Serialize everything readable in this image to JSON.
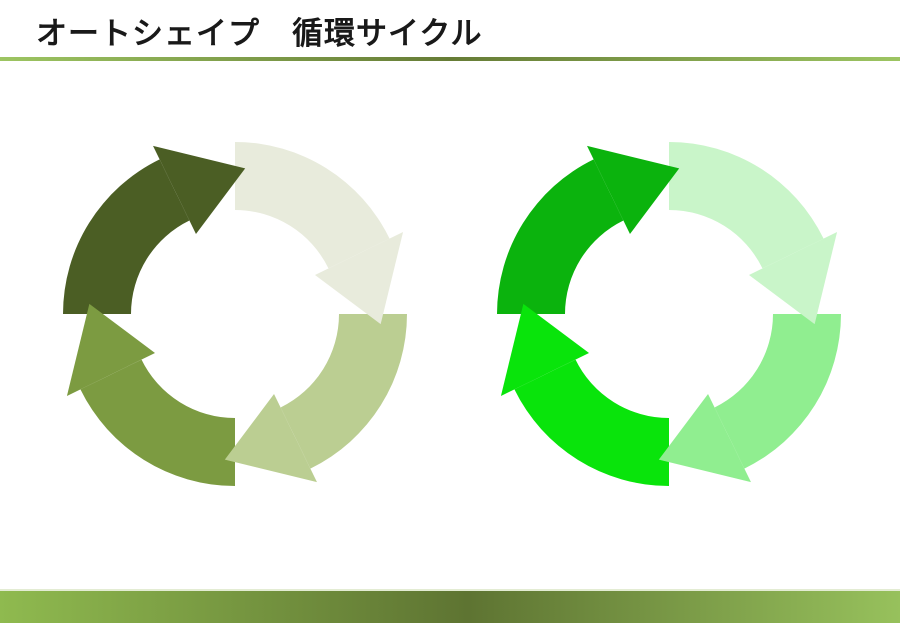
{
  "slide": {
    "title": "オートシェイプ　循環サイクル",
    "background_color": "#ffffff",
    "title_color": "#191919"
  },
  "decorations": {
    "top_rule": {
      "colors": [
        "#9dc562",
        "#667c36",
        "#9dc562"
      ]
    },
    "footer_bar": {
      "colors": [
        "#8fba4f",
        "#5e7432",
        "#97c15c"
      ],
      "highlight_line": "#e3ecd3"
    }
  },
  "diagrams": [
    {
      "id": "olive-cycle",
      "type": "cycle-arrow-diagram",
      "direction": "clockwise",
      "segment_count": 4,
      "segments": [
        {
          "name": "segment-top-left",
          "color": "#4b5e24"
        },
        {
          "name": "segment-top-right",
          "color": "#e8ebdc"
        },
        {
          "name": "segment-bottom-right",
          "color": "#bbce92"
        },
        {
          "name": "segment-bottom-left",
          "color": "#7c9b41"
        }
      ]
    },
    {
      "id": "green-cycle",
      "type": "cycle-arrow-diagram",
      "direction": "clockwise",
      "segment_count": 4,
      "segments": [
        {
          "name": "segment-top-left",
          "color": "#0bb30d"
        },
        {
          "name": "segment-top-right",
          "color": "#c9f5c9"
        },
        {
          "name": "segment-bottom-right",
          "color": "#90ee90"
        },
        {
          "name": "segment-bottom-left",
          "color": "#09e40b"
        }
      ]
    }
  ]
}
